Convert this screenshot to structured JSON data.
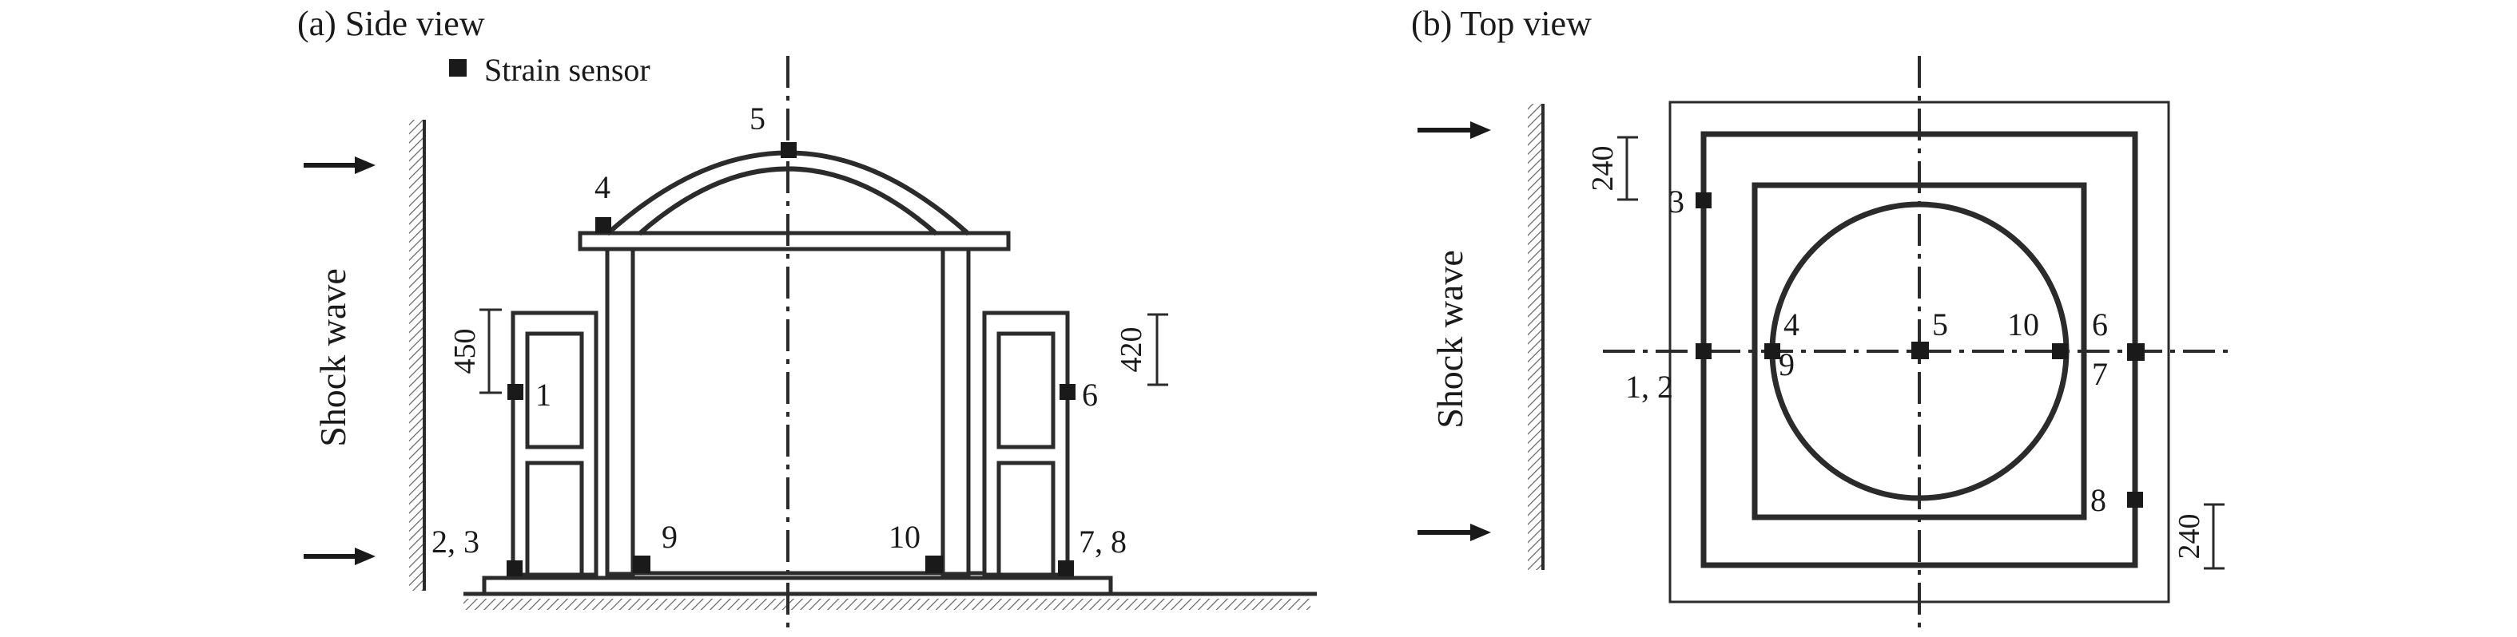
{
  "panels": {
    "side": {
      "title": "(a) Side view",
      "legend_label": "Strain sensor",
      "shock_label": "Shock wave",
      "dim_left": "450",
      "dim_right": "420",
      "sensor_labels": [
        "1",
        "2, 3",
        "4",
        "5",
        "6",
        "7, 8",
        "9",
        "10"
      ]
    },
    "top": {
      "title": "(b) Top view",
      "shock_label": "Shock wave",
      "dim_top": "240",
      "dim_bottom": "240",
      "sensor_labels": [
        "3",
        "4",
        "9",
        "5",
        "10",
        "6",
        "7",
        "1, 2",
        "8"
      ]
    }
  },
  "colors": {
    "line": "#2b2b2b",
    "hatch": "#666666",
    "sensor": "#1a1a1a"
  }
}
